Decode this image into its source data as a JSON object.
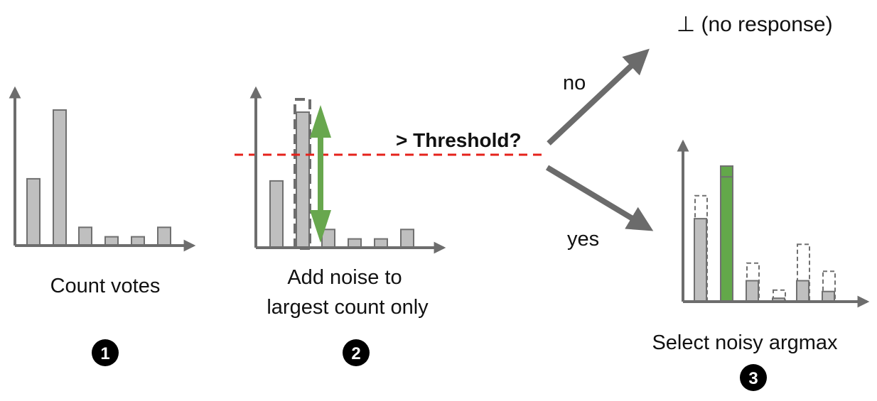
{
  "colors": {
    "axis": "#6d6d6d",
    "bar_fill": "#bfbfbf",
    "bar_stroke": "#707070",
    "noise_green": "#68a74e",
    "selected_green": "#63a84a",
    "threshold_red": "#e5221b",
    "arrow_gray": "#6b6b6b",
    "badge": "#000000"
  },
  "steps": [
    {
      "badge": "1",
      "label_lines": [
        "Count votes"
      ]
    },
    {
      "badge": "2",
      "label_lines": [
        "Add noise to",
        "largest count only"
      ]
    },
    {
      "badge": "3",
      "label_lines": [
        "Select noisy argmax"
      ]
    }
  ],
  "threshold_label": "> Threshold?",
  "branch_no": "no",
  "branch_yes": "yes",
  "no_response": "⊥ (no response)",
  "histograms": {
    "vote_counts": [
      0.49,
      1.0,
      0.13,
      0.06,
      0.06,
      0.13
    ],
    "noisy_top_count": 1.0,
    "threshold": 0.68,
    "argmax_true": [
      0.61,
      0.92,
      0.15,
      0.02,
      0.15,
      0.07
    ],
    "argmax_noisy": [
      0.78,
      1.0,
      0.28,
      0.08,
      0.42,
      0.22
    ],
    "argmax_selected_index": 1
  }
}
